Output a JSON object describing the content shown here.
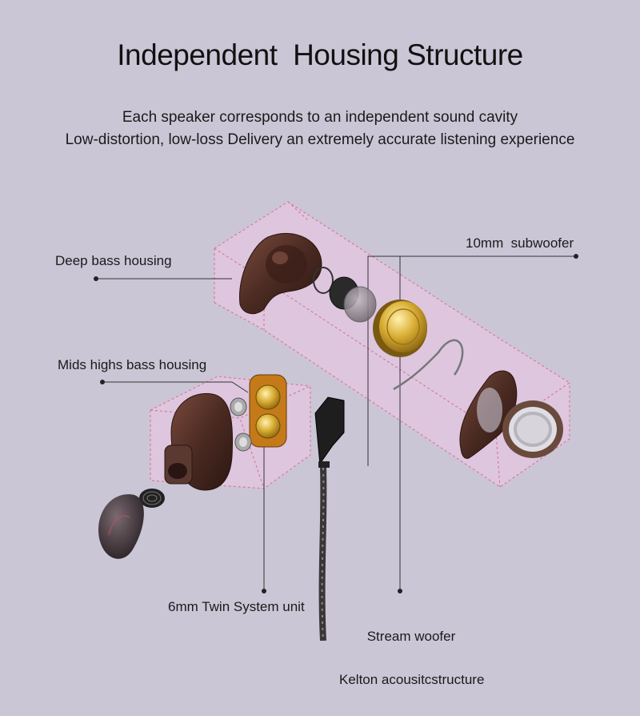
{
  "header": {
    "title": "Independent  Housing Structure",
    "line1": "Each speaker corresponds to an independent sound cavity",
    "line2": "Low-distortion, low-loss Delivery an extremely accurate listening experience"
  },
  "callouts": {
    "deep_bass": "Deep bass housing",
    "subwoofer": "10mm  subwoofer",
    "mids_highs": "Mids highs bass housing",
    "twin_unit": "6mm Twin System unit",
    "stream_woofer": "Stream woofer",
    "kelton": "Kelton acousitcstructure"
  },
  "colors": {
    "background": "#cbc6d6",
    "cavity_fill": "#ebc6e4",
    "cavity_outline": "#d97a9a",
    "housing_brown": "#4a2a22",
    "gold": "#d4a62a"
  }
}
